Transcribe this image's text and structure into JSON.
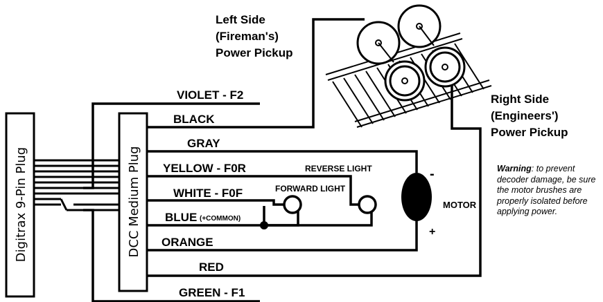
{
  "plugs": {
    "digitrax": "Digitrax 9-Pin Plug",
    "dcc": "DCC Medium Plug"
  },
  "wires": {
    "violet": "VIOLET - F2",
    "black": "BLACK",
    "gray": "GRAY",
    "yellow": "YELLOW - F0R",
    "white": "WHITE - F0F",
    "blue": "BLUE",
    "blue_note": "(+COMMON)",
    "orange": "ORANGE",
    "red": "RED",
    "green": "GREEN - F1"
  },
  "components": {
    "reverse_light": "REVERSE LIGHT",
    "forward_light": "FORWARD LIGHT",
    "motor": "MOTOR",
    "motor_minus": "-",
    "motor_plus": "+"
  },
  "pickups": {
    "left": [
      "Left Side",
      "(Fireman's)",
      "Power Pickup"
    ],
    "right": [
      "Right Side",
      "(Engineers')",
      "Power Pickup"
    ]
  },
  "warning": {
    "title": "Warning",
    "text": ": to prevent decoder damage, be sure the motor brushes are properly isolated before applying power."
  }
}
